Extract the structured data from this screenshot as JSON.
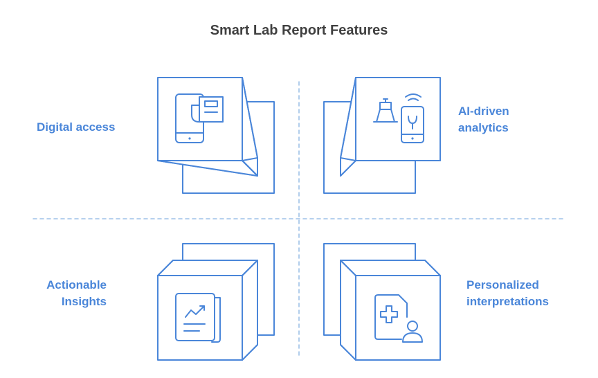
{
  "title": "Smart Lab Report Features",
  "colors": {
    "accent": "#4a86d9",
    "divider": "#9ec1e8",
    "title": "#404040"
  },
  "quadrants": [
    {
      "id": "top-left",
      "label_lines": [
        "Digital access"
      ],
      "icon": "phone-document-icon"
    },
    {
      "id": "top-right",
      "label_lines": [
        "AI-driven",
        "analytics"
      ],
      "icon": "lab-device-phone-icon"
    },
    {
      "id": "bottom-left",
      "label_lines": [
        "Actionable",
        "Insights"
      ],
      "icon": "trend-report-icon"
    },
    {
      "id": "bottom-right",
      "label_lines": [
        "Personalized",
        "interpretations"
      ],
      "icon": "medical-profile-icon"
    }
  ]
}
